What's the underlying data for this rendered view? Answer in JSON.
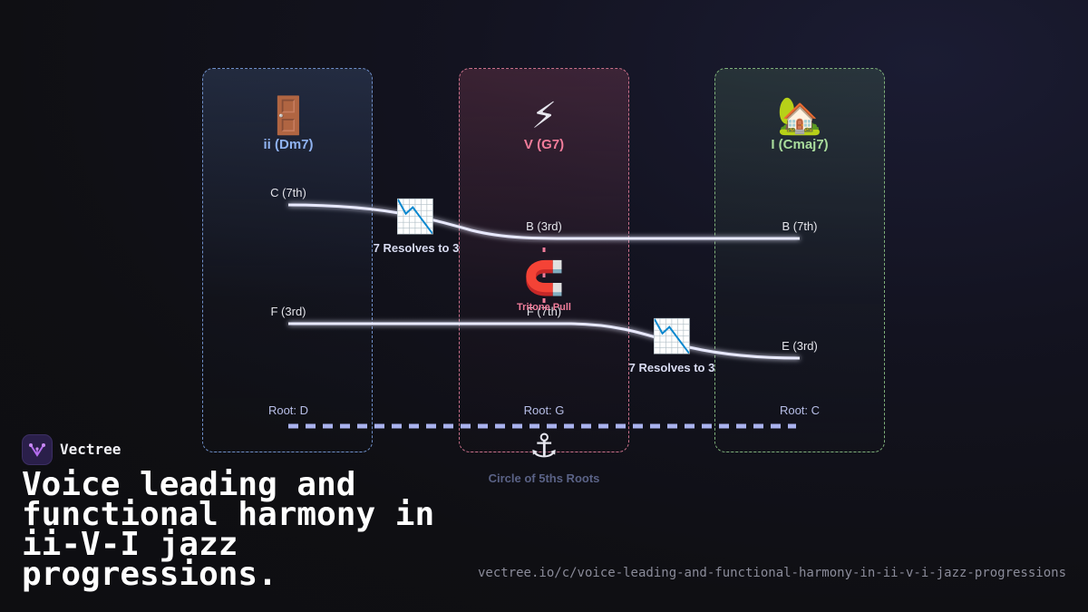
{
  "chords": [
    {
      "emoji": "🚪",
      "label": "ii (Dm7)",
      "color": "#8fb2f0",
      "top_note": "C (7th)",
      "bottom_note": "F (3rd)",
      "root": "Root: D"
    },
    {
      "emoji": "⚡",
      "label": "V (G7)",
      "color": "#f07c9a",
      "top_note": "B (3rd)",
      "bottom_note": "F (7th)",
      "root": "Root: G"
    },
    {
      "emoji": "🏡",
      "label": "I (Cmaj7)",
      "color": "#a9dc9c",
      "top_note": "B (7th)",
      "bottom_note": "E (3rd)",
      "root": "Root: C"
    }
  ],
  "annotations": {
    "resolve_1": {
      "emoji": "📉",
      "text": "7 Resolves to 3"
    },
    "resolve_2": {
      "emoji": "📉",
      "text": "7 Resolves to 3"
    },
    "tritone": {
      "emoji": "🧲",
      "text": "Tritone Pull",
      "color": "#f07c9a"
    },
    "circle": {
      "emoji": "⚓",
      "text": "Circle of 5ths Roots",
      "color": "#5a6286"
    }
  },
  "colors": {
    "voice_line": "#e8e9ff",
    "root_line": "#a9b2ee"
  },
  "brand": {
    "name": "Vectree",
    "icon": "vectree-logo-icon"
  },
  "title": "Voice leading and functional harmony in ii-V-I jazz progressions.",
  "url": "vectree.io/c/voice-leading-and-functional-harmony-in-ii-v-i-jazz-progressions"
}
